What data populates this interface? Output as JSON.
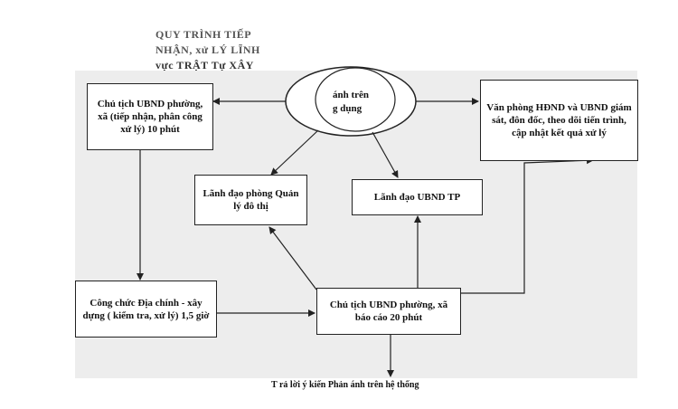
{
  "title": {
    "line1": "QUY TRÌNH TIẾP",
    "line2": "NHẬN, xử LÝ LĨNH",
    "line3": "vực TRẬT Tự XÂY"
  },
  "boxes": {
    "chairman_ward": "Chủ tịch UBND phường, xã  (tiếp nhận, phân công xử lý) 10 phút",
    "oval_line1": "ánh trên",
    "oval_line2": "g dụng",
    "council_office": "Văn phòng HĐND và UBND giám sát, đôn đốc, theo dõi tiến trình, cập nhật kết quả xử lý",
    "urban_mgmt": "Lãnh đạo phòng Quản lý đô thị",
    "city_leader": "Lãnh đạo UBND TP",
    "cadastral_officer": "Công chức Địa chính - xây dựng ( kiểm tra, xử lý) 1,5 giờ",
    "chairman_report": "Chủ tịch UBND phường, xã báo cáo  20 phút"
  },
  "footer": "T rả lời ý kiến Phản ánh trên hệ thống"
}
